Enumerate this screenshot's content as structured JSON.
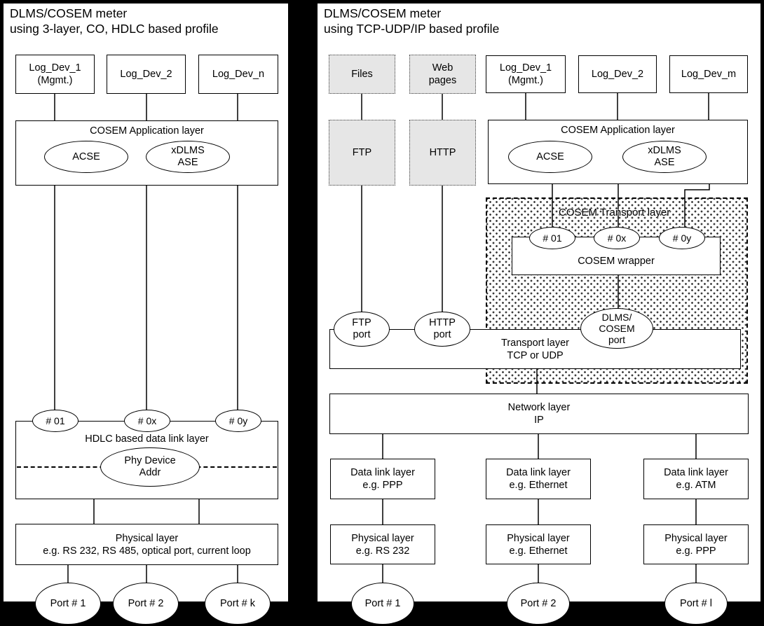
{
  "left": {
    "title": [
      "DLMS/COSEM meter",
      "using 3-layer, CO, HDLC based profile"
    ],
    "log_devs": [
      [
        "Log_Dev_1",
        "(Mgmt.)"
      ],
      [
        "Log_Dev_2",
        ""
      ],
      [
        "Log_Dev_n",
        ""
      ]
    ],
    "app_layer": {
      "label": "COSEM Application layer",
      "acse": "ACSE",
      "xdlms": [
        "xDLMS",
        "ASE"
      ]
    },
    "saps": [
      "# 01",
      "# 0x",
      "# 0y"
    ],
    "hdlc": {
      "label": "HDLC based data link layer",
      "phy_addr": [
        "Phy Device",
        "Addr"
      ]
    },
    "physical": [
      "Physical layer",
      "e.g. RS 232, RS 485, optical port, current loop"
    ],
    "ports": [
      "Port # 1",
      "Port # 2",
      "Port # k"
    ]
  },
  "right": {
    "title": [
      "DLMS/COSEM meter",
      "using TCP-UDP/IP based profile"
    ],
    "files_box": "Files",
    "web_box": [
      "Web",
      "pages"
    ],
    "log_devs": [
      [
        "Log_Dev_1",
        "(Mgmt.)"
      ],
      [
        "Log_Dev_2",
        ""
      ],
      [
        "Log_Dev_m",
        ""
      ]
    ],
    "ftp_box": "FTP",
    "http_box": "HTTP",
    "app_layer": {
      "label": "COSEM Application layer",
      "acse": "ACSE",
      "xdlms": [
        "xDLMS",
        "ASE"
      ]
    },
    "transport_region": {
      "label": "COSEM Transport layer",
      "saps": [
        "# 01",
        "# 0x",
        "# 0y"
      ],
      "wrapper": "COSEM wrapper"
    },
    "ftp_port": [
      "FTP",
      "port"
    ],
    "http_port": [
      "HTTP",
      "port"
    ],
    "dlms_port": [
      "DLMS/",
      "COSEM",
      "port"
    ],
    "transport_box": [
      "Transport layer",
      "TCP or UDP"
    ],
    "network_box": [
      "Network layer",
      "IP"
    ],
    "data_links": [
      [
        "Data link layer",
        "e.g. PPP"
      ],
      [
        "Data link layer",
        "e.g. Ethernet"
      ],
      [
        "Data link layer",
        "e.g. ATM"
      ]
    ],
    "physicals": [
      [
        "Physical layer",
        "e.g. RS 232"
      ],
      [
        "Physical layer",
        "e.g. Ethernet"
      ],
      [
        "Physical layer",
        "e.g. PPP"
      ]
    ],
    "ports": [
      "Port # 1",
      "Port # 2",
      "Port # l"
    ]
  },
  "colors": {
    "background": "#000000",
    "panel": "#ffffff",
    "line": "#000000",
    "shaded_box": "#e6e6e6"
  }
}
